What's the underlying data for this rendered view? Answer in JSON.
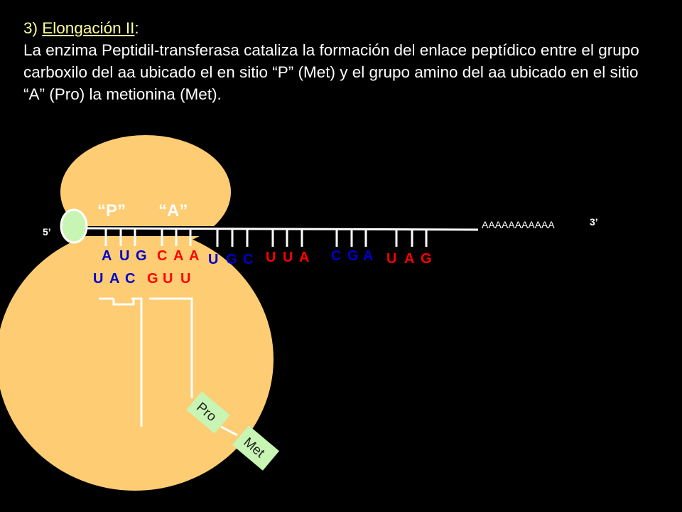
{
  "slide": {
    "number": "3)",
    "heading": "Elongación II",
    "colon": ":",
    "body": "La enzima Peptidil-transferasa cataliza la formación del enlace peptídico entre el grupo carboxilo del aa ubicado el en sitio “P” (Met) y el grupo amino del aa ubicado en el sitio “A” (Pro)  la  metionina (Met)."
  },
  "diagram": {
    "site_p": "“P”",
    "site_a": "“A”",
    "five_prime": "5’",
    "three_prime": "3’",
    "poly_a": "AAAAAAAAAAA",
    "colors": {
      "ribosome": "#fdcc73",
      "cap": "#c8f5b4",
      "amino_acid_box": "#c8f5b4",
      "red": "#ff0000",
      "blue": "#0000cc",
      "black": "#000000"
    },
    "mrna_codons": [
      {
        "n": [
          {
            "b": "A",
            "c": "blue"
          },
          {
            "b": "U",
            "c": "blue"
          },
          {
            "b": "G",
            "c": "blue"
          }
        ]
      },
      {
        "n": [
          {
            "b": "C",
            "c": "red"
          },
          {
            "b": "A",
            "c": "red"
          },
          {
            "b": "A",
            "c": "red"
          }
        ]
      },
      {
        "n": [
          {
            "b": "U",
            "c": "blue"
          },
          {
            "b": "G",
            "c": "blue"
          },
          {
            "b": "C",
            "c": "blue"
          }
        ]
      },
      {
        "n": [
          {
            "b": "U",
            "c": "red"
          },
          {
            "b": "U",
            "c": "red"
          },
          {
            "b": "A",
            "c": "red"
          }
        ]
      },
      {
        "n": [
          {
            "b": "C",
            "c": "blue"
          },
          {
            "b": "G",
            "c": "blue"
          },
          {
            "b": "A",
            "c": "blue"
          }
        ]
      },
      {
        "n": [
          {
            "b": "U",
            "c": "red"
          },
          {
            "b": "A",
            "c": "red"
          },
          {
            "b": "G",
            "c": "red"
          }
        ]
      }
    ],
    "anticodons": [
      {
        "n": [
          {
            "b": "U",
            "c": "blue"
          },
          {
            "b": "A",
            "c": "blue"
          },
          {
            "b": "C",
            "c": "blue"
          }
        ]
      },
      {
        "n": [
          {
            "b": "G",
            "c": "red"
          },
          {
            "b": "U",
            "c": "red"
          },
          {
            "b": "U",
            "c": "red"
          }
        ]
      }
    ],
    "amino_acids": [
      "Pro",
      "Met"
    ]
  }
}
